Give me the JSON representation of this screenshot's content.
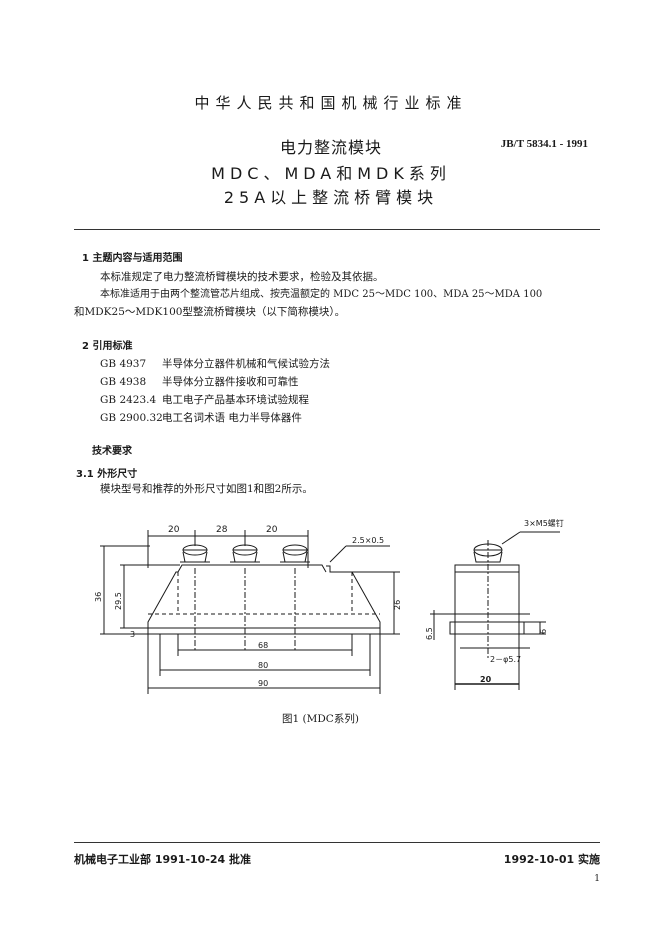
{
  "header": {
    "standard_type": "中华人民共和国机械行业标准",
    "title_line1": "电力整流模块",
    "title_line2": "MDC、MDA和MDK系列",
    "title_line3": "25A以上整流桥臂模块",
    "standard_number": "JB/T  5834.1 - 1991"
  },
  "section1": {
    "heading": "1  主题内容与适用范围",
    "para1": "本标准规定了电力整流桥臂模块的技术要求，检验及其依据。",
    "para2_line1": "本标准适用于由两个整流管芯片组成、按壳温额定的 MDC 25～MDC 100、MDA 25～MDA 100",
    "para2_line2": "和MDK25～MDK100型整流桥臂模块（以下简称模块）。"
  },
  "section2": {
    "heading": "2  引用标准",
    "refs": [
      {
        "code": "GB  4937",
        "title": "半导体分立器件机械和气候试验方法"
      },
      {
        "code": "GB  4938",
        "title": "半导体分立器件接收和可靠性"
      },
      {
        "code": "GB  2423.4",
        "title": "电工电子产品基本环境试验规程"
      },
      {
        "code": "GB  2900.32",
        "title": "电工名词术语   电力半导体器件"
      }
    ]
  },
  "section3": {
    "heading": "技术要求",
    "sub_heading": "3.1  外形尺寸",
    "para": "模块型号和推荐的外形尺寸如图1和图2所示。"
  },
  "figure": {
    "dims_top": [
      "20",
      "28",
      "20"
    ],
    "dim_chamfer": "2.5×0.5",
    "dim_screws": "3×M5螺钉",
    "dim_height_total": "36",
    "dim_height_body": "29.5",
    "dim_height_right": "26",
    "dim_base": "3",
    "dim_w68": "68",
    "dim_w80": "80",
    "dim_w90": "90",
    "dim_side_6_5": "6.5",
    "dim_side_6": "6",
    "dim_hole": "2－φ5.7",
    "dim_side_width": "20",
    "caption": "图1     (MDC系列)"
  },
  "footer": {
    "approval": "机械电子工业部  1991-10-24  批准",
    "effective": "1992-10-01  实施",
    "page_number": "1"
  }
}
